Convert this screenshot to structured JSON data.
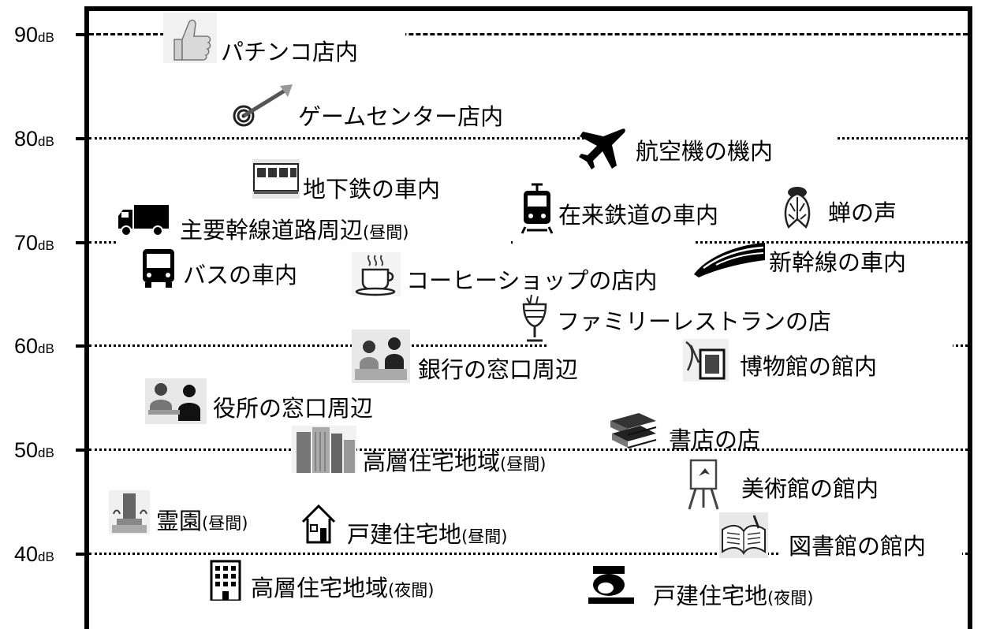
{
  "axis": {
    "unit": "dB",
    "ticks": [
      {
        "value": "90",
        "style": "dashed"
      },
      {
        "value": "80",
        "style": "dotted"
      },
      {
        "value": "70",
        "style": "dotted"
      },
      {
        "value": "60",
        "style": "dotted"
      },
      {
        "value": "50",
        "style": "dotted"
      },
      {
        "value": "40",
        "style": "dotted"
      }
    ]
  },
  "items": [
    {
      "id": "pachinko",
      "text": "パチンコ店内",
      "paren": "",
      "icon": "thumbs-up-icon"
    },
    {
      "id": "game-center",
      "text": "ゲームセンター店内",
      "paren": "",
      "icon": "dart-target-icon"
    },
    {
      "id": "aircraft",
      "text": "航空機の機内",
      "paren": "",
      "icon": "airplane-icon"
    },
    {
      "id": "subway",
      "text": "地下鉄の車内",
      "paren": "",
      "icon": "subway-train-icon"
    },
    {
      "id": "local-train",
      "text": "在来鉄道の車内",
      "paren": "",
      "icon": "tram-icon"
    },
    {
      "id": "cicada",
      "text": "蝉の声",
      "paren": "",
      "icon": "cicada-icon"
    },
    {
      "id": "main-road",
      "text": "主要幹線道路周辺",
      "paren": "(昼間)",
      "icon": "truck-icon"
    },
    {
      "id": "bus",
      "text": "バスの車内",
      "paren": "",
      "icon": "bus-icon"
    },
    {
      "id": "coffee-shop",
      "text": "コーヒーショップの店内",
      "paren": "",
      "icon": "coffee-cup-icon"
    },
    {
      "id": "shinkansen",
      "text": "新幹線の車内",
      "paren": "",
      "icon": "bullet-train-icon"
    },
    {
      "id": "family-restaurant",
      "text": "ファミリーレストランの店",
      "paren": "",
      "icon": "parfait-icon"
    },
    {
      "id": "bank",
      "text": "銀行の窓口周辺",
      "paren": "",
      "icon": "bank-counter-icon"
    },
    {
      "id": "museum",
      "text": "博物館の館内",
      "paren": "",
      "icon": "museum-exhibit-icon"
    },
    {
      "id": "city-office",
      "text": "役所の窓口周辺",
      "paren": "",
      "icon": "office-counter-icon"
    },
    {
      "id": "bookstore",
      "text": "書店の店",
      "paren": "",
      "icon": "books-icon"
    },
    {
      "id": "highrise-day",
      "text": "高層住宅地域",
      "paren": "(昼間)",
      "icon": "skyscrapers-icon"
    },
    {
      "id": "art-museum",
      "text": "美術館の館内",
      "paren": "",
      "icon": "easel-icon"
    },
    {
      "id": "cemetery",
      "text": "霊園",
      "paren": "(昼間)",
      "icon": "grave-icon"
    },
    {
      "id": "house-day",
      "text": "戸建住宅地",
      "paren": "(昼間)",
      "icon": "house-icon"
    },
    {
      "id": "library",
      "text": "図書館の館内",
      "paren": "",
      "icon": "open-book-icon"
    },
    {
      "id": "highrise-night",
      "text": "高層住宅地域",
      "paren": "(夜間)",
      "icon": "apartment-building-icon"
    },
    {
      "id": "house-night",
      "text": "戸建住宅地",
      "paren": "(夜間)",
      "icon": "sleeping-person-icon"
    }
  ]
}
